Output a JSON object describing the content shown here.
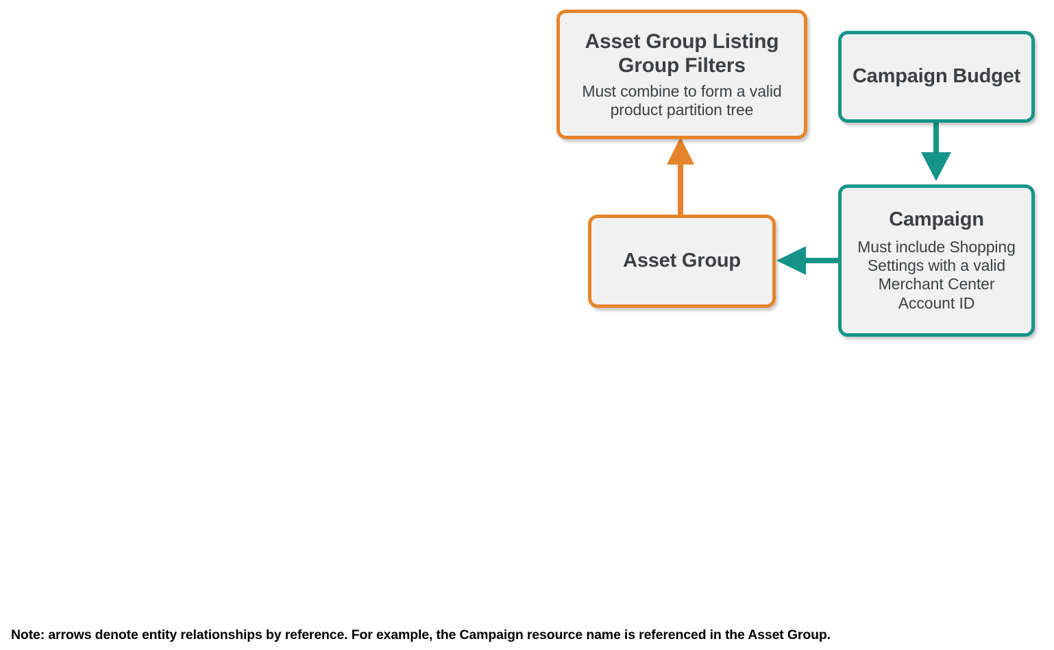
{
  "diagram": {
    "type": "entity-relationship-flow",
    "colors": {
      "orange": "#E5842B",
      "teal": "#17948A",
      "node_fill": "#F1F1F1",
      "text": "#3C4043",
      "note_text": "#000000"
    },
    "nodes": [
      {
        "id": "asset-group-listing-group-filters",
        "title": "Asset Group Listing Group Filters",
        "subtitle": "Must combine to form a valid product partition tree",
        "accent": "orange"
      },
      {
        "id": "campaign-budget",
        "title": "Campaign Budget",
        "subtitle": "",
        "accent": "teal"
      },
      {
        "id": "asset-group",
        "title": "Asset Group",
        "subtitle": "",
        "accent": "orange"
      },
      {
        "id": "campaign",
        "title": "Campaign",
        "subtitle": "Must include Shopping Settings with a valid Merchant Center Account ID",
        "accent": "teal"
      }
    ],
    "edges": [
      {
        "id": "asset-group-to-filters",
        "from": "asset-group",
        "to": "asset-group-listing-group-filters",
        "direction": "up",
        "color": "orange"
      },
      {
        "id": "budget-to-campaign",
        "from": "campaign-budget",
        "to": "campaign",
        "direction": "down",
        "color": "teal"
      },
      {
        "id": "campaign-to-asset-group",
        "from": "campaign",
        "to": "asset-group",
        "direction": "left",
        "color": "teal"
      }
    ],
    "note": "Note: arrows denote entity relationships by reference. For example, the Campaign resource name is referenced in the Asset Group."
  }
}
